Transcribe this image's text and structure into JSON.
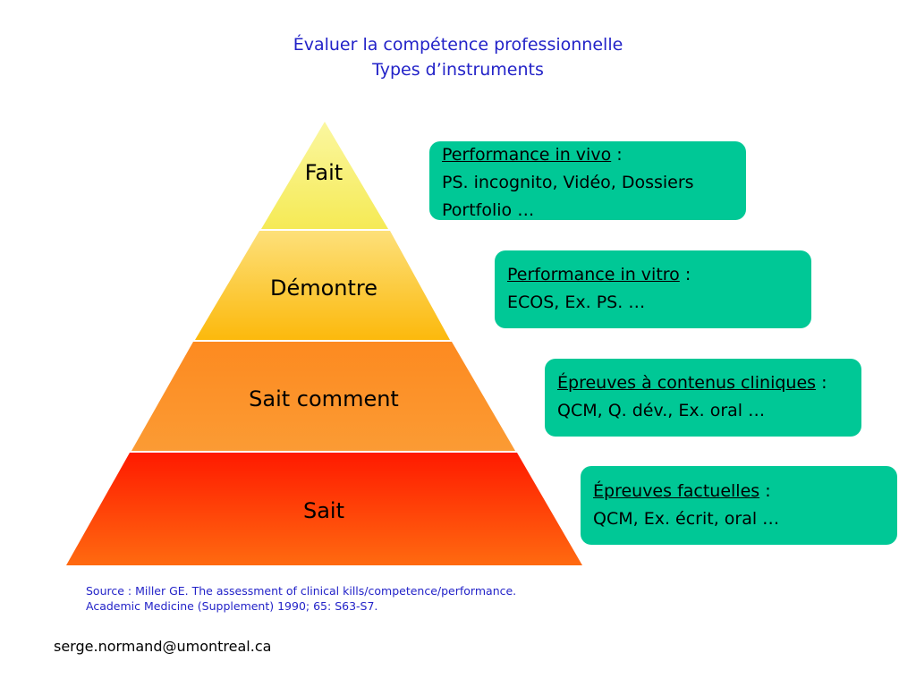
{
  "title": {
    "line1": "Évaluer la compétence professionnelle",
    "line2": "Types d’instruments"
  },
  "pyramid": {
    "tiers": [
      {
        "label": "Fait",
        "color_top": "#fbf7a0",
        "color_bottom": "#f5ea55"
      },
      {
        "label": "Démontre",
        "color_top": "#fde07a",
        "color_bottom": "#fcb90c"
      },
      {
        "label": "Sait comment",
        "color_top": "#fd8a20",
        "color_bottom": "#fb9b34"
      },
      {
        "label": "Sait",
        "color_top": "#ff1a00",
        "color_bottom": "#ff6a10"
      }
    ]
  },
  "boxes": [
    {
      "heading": "Performance in vivo",
      "suffix": " :",
      "lines": [
        "PS. incognito, Vidéo, Dossiers",
        "Portfolio …"
      ]
    },
    {
      "heading": "Performance in vitro",
      "suffix": " :",
      "lines": [
        "ECOS, Ex. PS. …"
      ]
    },
    {
      "heading": "Épreuves à contenus cliniques",
      "suffix": " :",
      "lines": [
        "QCM, Q. dév., Ex. oral …"
      ]
    },
    {
      "heading": "Épreuves factuelles",
      "suffix": " :",
      "lines": [
        "QCM, Ex. écrit, oral …"
      ]
    }
  ],
  "source": {
    "line1": "Source : Miller GE. The assessment of clinical kills/competence/performance.",
    "line2": "Academic Medicine (Supplement) 1990; 65: S63-S7."
  },
  "email": "serge.normand@umontreal.ca",
  "colors": {
    "title": "#2323c8",
    "box": "#00c896"
  }
}
